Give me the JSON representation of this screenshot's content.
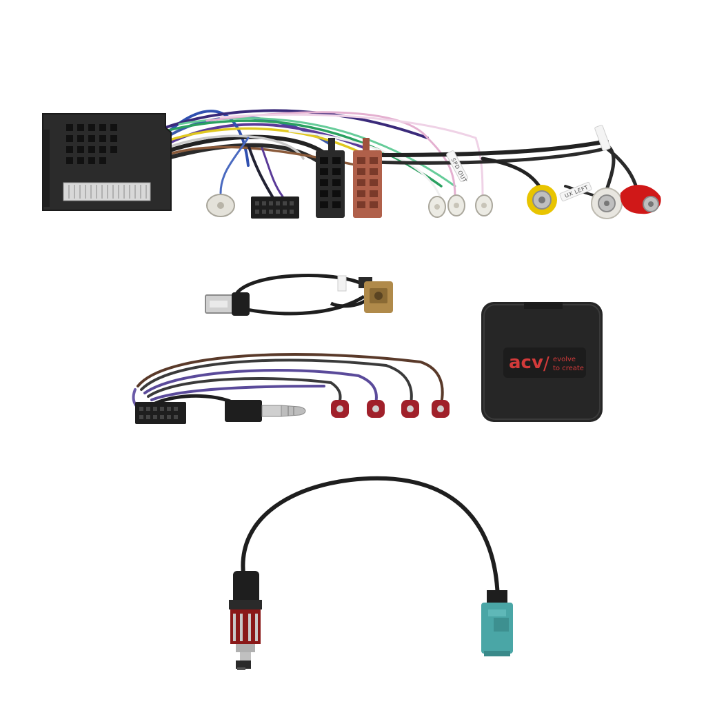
{
  "product": {
    "brand": "acv",
    "tagline_line1": "evolve",
    "tagline_line2": "to create",
    "brand_color": "#d23a3a"
  },
  "wire_labels": {
    "spd_out": "SPD OUT",
    "aux_left": "UX LEFT"
  },
  "colors": {
    "background": "#ffffff",
    "plastic_black": "#2a2a2a",
    "iso_brown": "#b0604a",
    "fakra_tan": "#b08a4a",
    "fakra_teal": "#4aa6a6",
    "rca_yellow": "#e8c400",
    "rca_red": "#d01818",
    "rca_white": "#e8e6e0",
    "terminal_red": "#a0202a"
  },
  "icons": {
    "usb_plug": "usb-plug-icon",
    "fakra": "fakra-connector-icon",
    "jack": "3.5mm-jack-icon",
    "antenna": "din-antenna-plug-icon"
  }
}
